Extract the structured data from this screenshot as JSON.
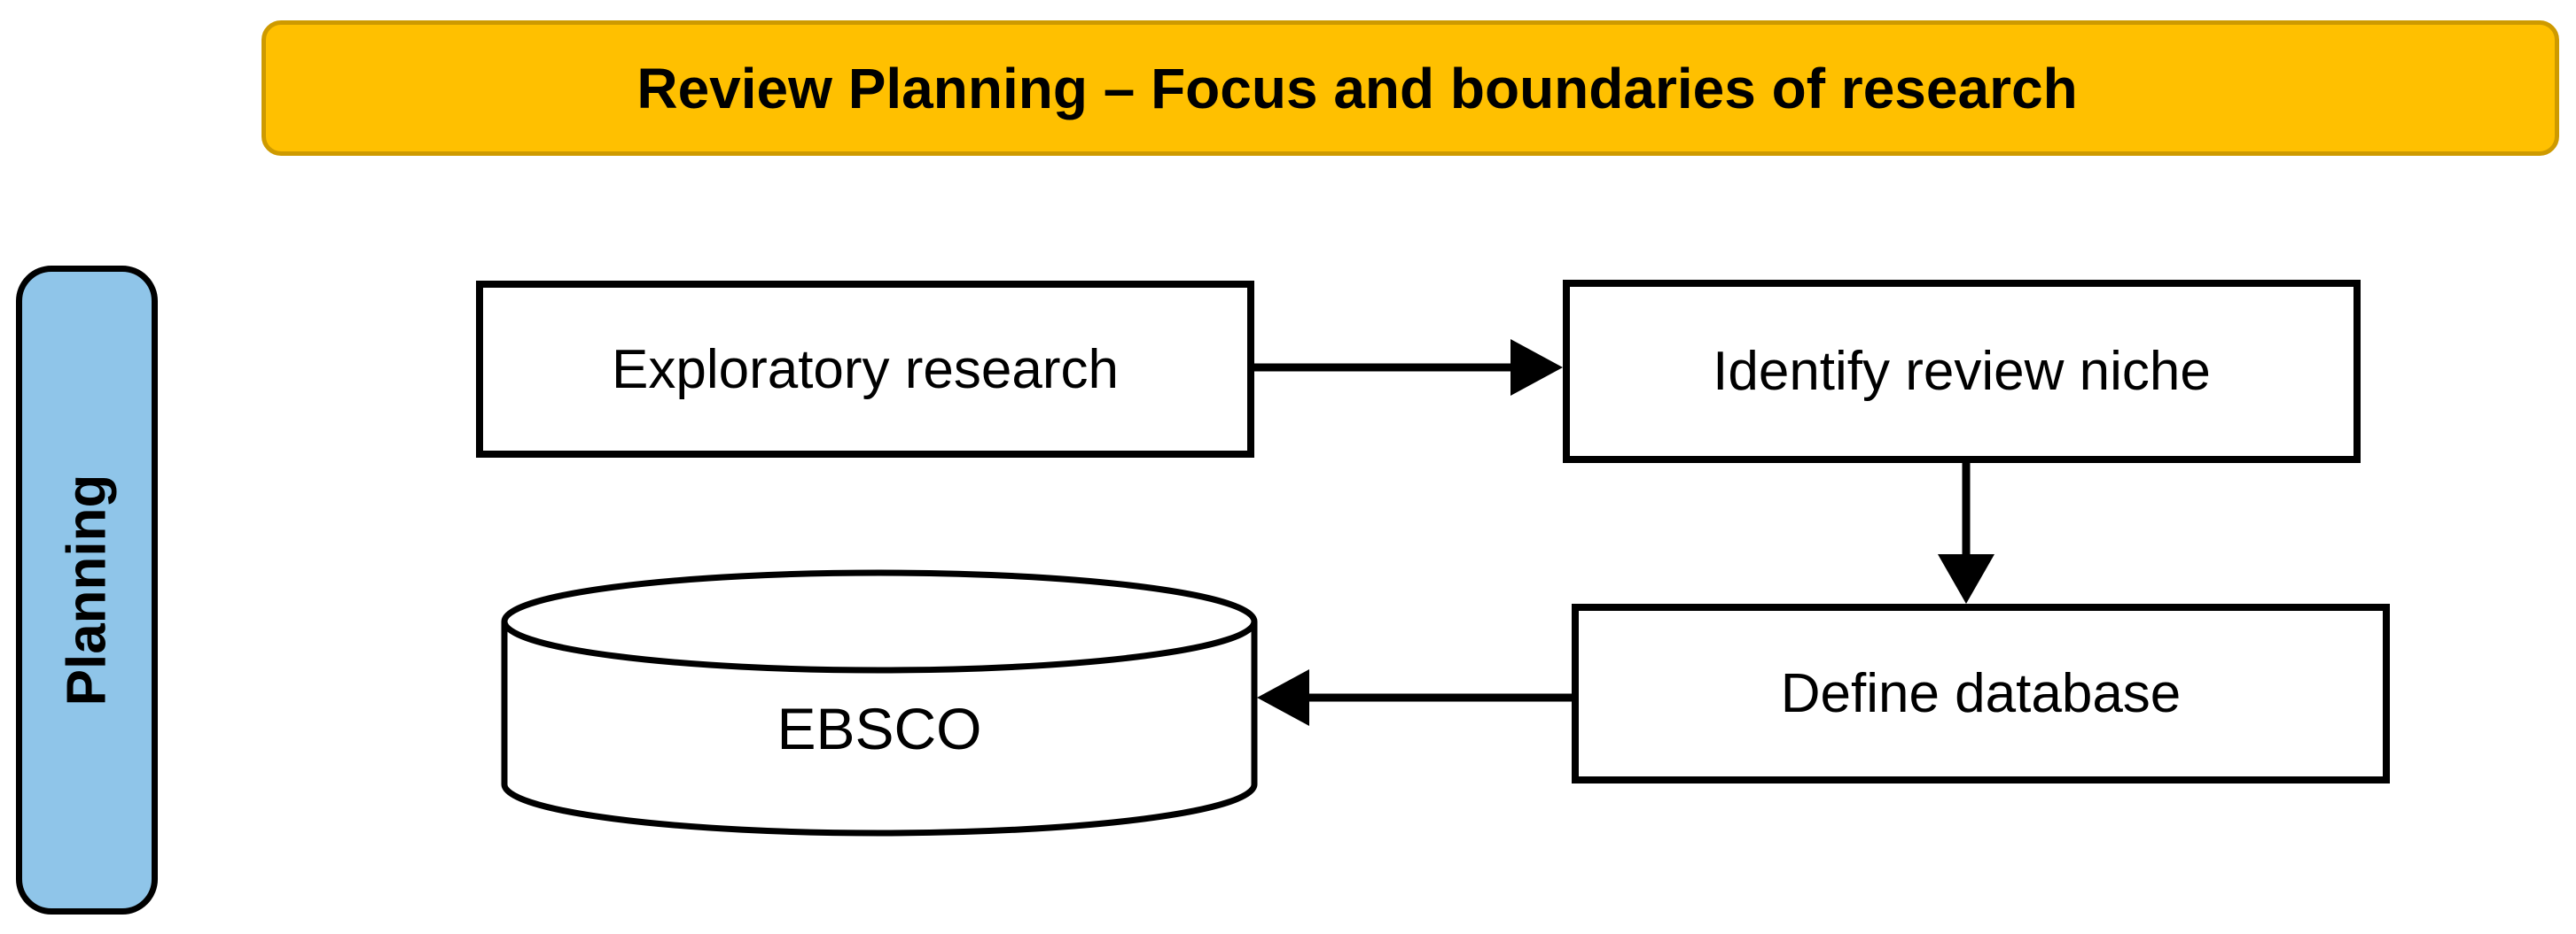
{
  "banner": {
    "title": "Review Planning – Focus and boundaries of research"
  },
  "phase_bar": {
    "label": "Planning"
  },
  "flowchart": {
    "exploratory": {
      "label": "Exploratory research"
    },
    "identify": {
      "label": "Identify review niche"
    },
    "define": {
      "label": "Define database"
    },
    "database": {
      "label": "EBSCO"
    }
  },
  "colors": {
    "banner_fill": "#FFC000",
    "banner_border": "#CE9A00",
    "planning_fill": "#8FC5E9",
    "planning_border": "#000000",
    "node_fill": "#FFFFFF",
    "node_border": "#000000",
    "arrow": "#000000"
  }
}
